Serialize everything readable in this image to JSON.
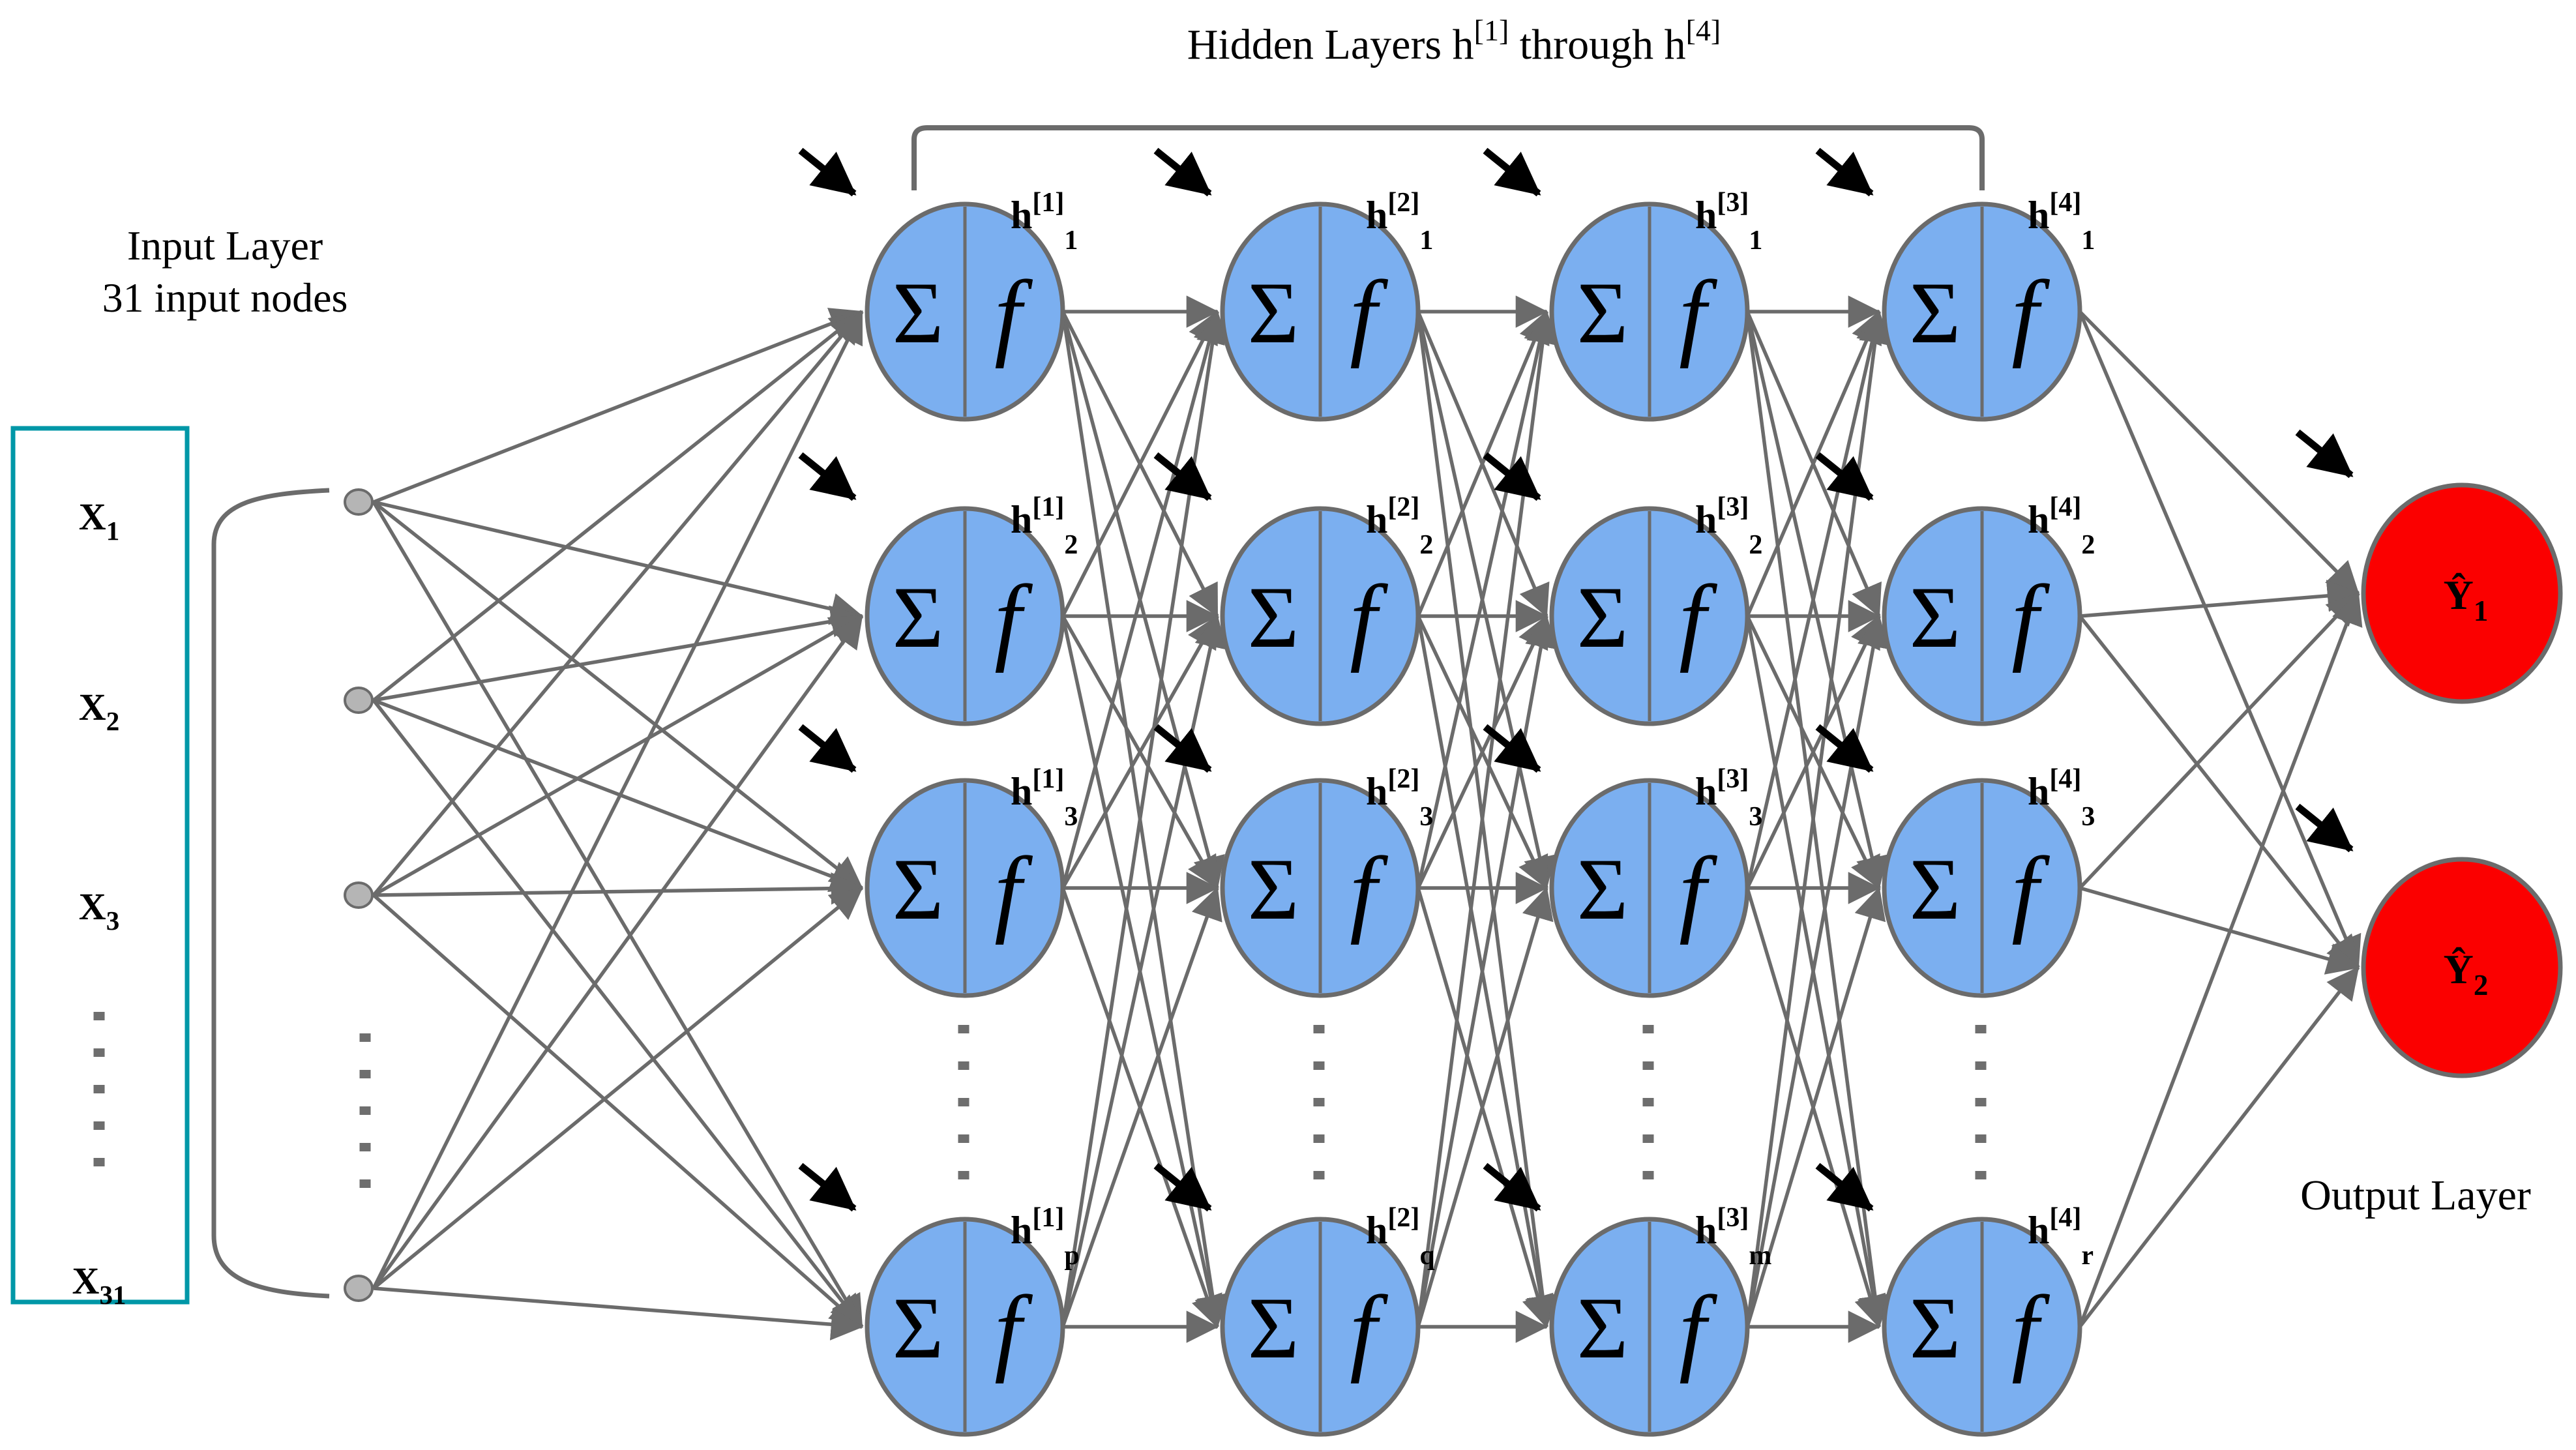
{
  "colors": {
    "blue_node_fill": "#7BAFF0",
    "red_node_fill": "#FB0000",
    "node_stroke": "#6B6B6B",
    "edge": "#6B6B6B",
    "bias_arrow": "#000000",
    "input_node_fill": "#B5B5B5",
    "input_box_border": "#0097A7",
    "dots_gray": "#6E6E6E",
    "text": "#000000"
  },
  "title": {
    "runs": [
      {
        "t": "Hidden Layers h"
      },
      {
        "t": "[1]",
        "style": "sup"
      },
      {
        "t": " through h"
      },
      {
        "t": "[4]",
        "style": "sup"
      }
    ]
  },
  "input_layer": {
    "heading": [
      "Input Layer",
      "31 input nodes"
    ],
    "items": [
      {
        "runs": [
          {
            "t": "X"
          },
          {
            "t": "1",
            "style": "sub"
          }
        ]
      },
      {
        "runs": [
          {
            "t": "X"
          },
          {
            "t": "2",
            "style": "sub"
          }
        ]
      },
      {
        "runs": [
          {
            "t": "X"
          },
          {
            "t": "3",
            "style": "sub"
          }
        ]
      },
      {
        "runs": [
          {
            "t": "X"
          },
          {
            "t": "31",
            "style": "sub"
          }
        ]
      }
    ]
  },
  "hidden_layers": {
    "node_symbols": {
      "sum": "Σ",
      "activation": "f"
    },
    "layers": [
      {
        "labels": [
          {
            "runs": [
              {
                "t": "h"
              },
              {
                "t": "[1]",
                "style": "sup"
              },
              {
                "t": "1",
                "style": "sub"
              }
            ]
          },
          {
            "runs": [
              {
                "t": "h"
              },
              {
                "t": "[1]",
                "style": "sup"
              },
              {
                "t": "2",
                "style": "sub"
              }
            ]
          },
          {
            "runs": [
              {
                "t": "h"
              },
              {
                "t": "[1]",
                "style": "sup"
              },
              {
                "t": "3",
                "style": "sub"
              }
            ]
          },
          {
            "runs": [
              {
                "t": "h"
              },
              {
                "t": "[1]",
                "style": "sup"
              },
              {
                "t": "p",
                "style": "sub"
              }
            ]
          }
        ]
      },
      {
        "labels": [
          {
            "runs": [
              {
                "t": "h"
              },
              {
                "t": "[2]",
                "style": "sup"
              },
              {
                "t": "1",
                "style": "sub"
              }
            ]
          },
          {
            "runs": [
              {
                "t": "h"
              },
              {
                "t": "[2]",
                "style": "sup"
              },
              {
                "t": "2",
                "style": "sub"
              }
            ]
          },
          {
            "runs": [
              {
                "t": "h"
              },
              {
                "t": "[2]",
                "style": "sup"
              },
              {
                "t": "3",
                "style": "sub"
              }
            ]
          },
          {
            "runs": [
              {
                "t": "h"
              },
              {
                "t": "[2]",
                "style": "sup"
              },
              {
                "t": "q",
                "style": "sub"
              }
            ]
          }
        ]
      },
      {
        "labels": [
          {
            "runs": [
              {
                "t": "h"
              },
              {
                "t": "[3]",
                "style": "sup"
              },
              {
                "t": "1",
                "style": "sub"
              }
            ]
          },
          {
            "runs": [
              {
                "t": "h"
              },
              {
                "t": "[3]",
                "style": "sup"
              },
              {
                "t": "2",
                "style": "sub"
              }
            ]
          },
          {
            "runs": [
              {
                "t": "h"
              },
              {
                "t": "[3]",
                "style": "sup"
              },
              {
                "t": "3",
                "style": "sub"
              }
            ]
          },
          {
            "runs": [
              {
                "t": "h"
              },
              {
                "t": "[3]",
                "style": "sup"
              },
              {
                "t": "m",
                "style": "sub"
              }
            ]
          }
        ]
      },
      {
        "labels": [
          {
            "runs": [
              {
                "t": "h"
              },
              {
                "t": "[4]",
                "style": "sup"
              },
              {
                "t": "1",
                "style": "sub"
              }
            ]
          },
          {
            "runs": [
              {
                "t": "h"
              },
              {
                "t": "[4]",
                "style": "sup"
              },
              {
                "t": "2",
                "style": "sub"
              }
            ]
          },
          {
            "runs": [
              {
                "t": "h"
              },
              {
                "t": "[4]",
                "style": "sup"
              },
              {
                "t": "3",
                "style": "sub"
              }
            ]
          },
          {
            "runs": [
              {
                "t": "h"
              },
              {
                "t": "[4]",
                "style": "sup"
              },
              {
                "t": "r",
                "style": "sub"
              }
            ]
          }
        ]
      }
    ]
  },
  "output_layer": {
    "heading": "Output Layer",
    "nodes": [
      {
        "runs": [
          {
            "t": "Ŷ"
          },
          {
            "t": "1",
            "style": "sub"
          }
        ]
      },
      {
        "runs": [
          {
            "t": "Ŷ"
          },
          {
            "t": "2",
            "style": "sub"
          }
        ]
      }
    ]
  }
}
